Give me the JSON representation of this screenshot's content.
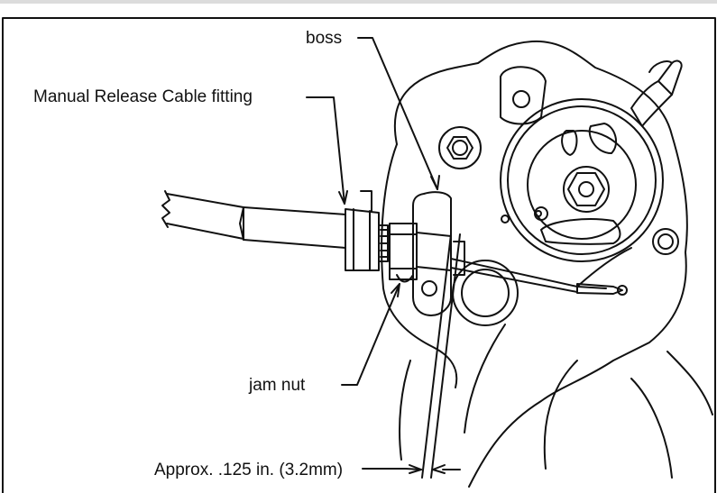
{
  "labels": {
    "boss": "boss",
    "fitting": "Manual Release Cable fitting",
    "jam_nut": "jam nut",
    "gap": "Approx. .125 in. (3.2mm)"
  }
}
